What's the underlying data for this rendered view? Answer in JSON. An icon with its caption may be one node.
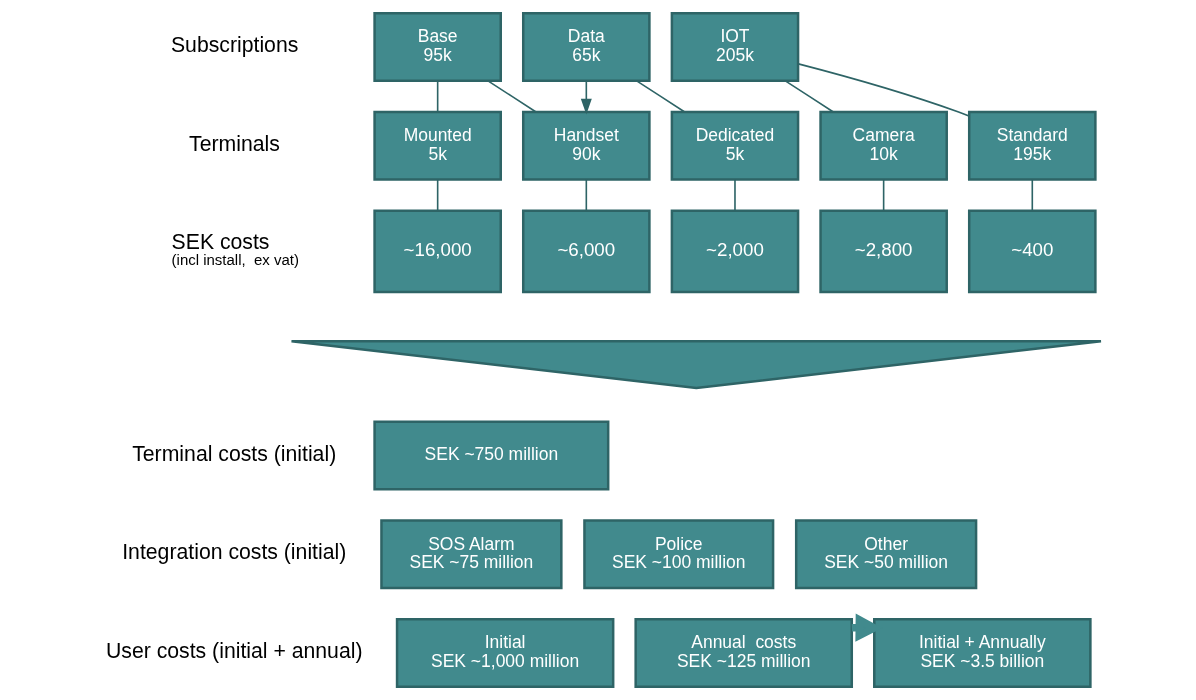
{
  "diagram": {
    "nodes": [
      {
        "text": [
          "Base",
          "95k"
        ]
      },
      {
        "text": [
          "Data",
          "65k"
        ]
      },
      {
        "text": [
          "IOT",
          "205k"
        ]
      },
      {
        "text": [
          "Mounted",
          "5k"
        ]
      },
      {
        "text": [
          "Handset",
          "90k"
        ]
      },
      {
        "text": [
          "Dedicated",
          "5k"
        ]
      },
      {
        "text": [
          "Camera",
          "10k"
        ]
      },
      {
        "text": [
          "Standard",
          "195k"
        ]
      },
      {
        "text": [
          "~16,000"
        ]
      },
      {
        "text": [
          "~6,000"
        ]
      },
      {
        "text": [
          "~2,000"
        ]
      },
      {
        "text": [
          "~2,800"
        ]
      },
      {
        "text": [
          "~400"
        ]
      },
      {
        "text": [],
        "shape": "triangle"
      },
      {
        "text": [
          "SEK ~750 million"
        ]
      },
      {
        "text": [
          "SOS Alarm",
          "SEK ~75 million"
        ]
      },
      {
        "text": [
          "Police",
          "SEK ~100 million"
        ]
      },
      {
        "text": [
          "Other",
          "SEK ~50 million"
        ]
      },
      {
        "text": [
          "Initial",
          "SEK ~1,000 million"
        ]
      },
      {
        "text": [
          "Annual  costs",
          "SEK ~125 million"
        ]
      },
      {
        "text": [
          "Initial + Annually",
          "SEK ~3.5 billion"
        ]
      }
    ],
    "edges": [
      {
        "from": 0,
        "to": 3,
        "arrow": "none"
      },
      {
        "from": 0,
        "to": 4,
        "arrow": "none"
      },
      {
        "from": 1,
        "to": 4,
        "arrow": "to"
      },
      {
        "from": 1,
        "to": 5,
        "arrow": "none"
      },
      {
        "from": 2,
        "to": 6,
        "arrow": "none"
      },
      {
        "from": 2,
        "to": 7,
        "arrow": "none"
      },
      {
        "from": 3,
        "to": 8,
        "arrow": "none"
      },
      {
        "from": 4,
        "to": 9,
        "arrow": "none"
      },
      {
        "from": 5,
        "to": 10,
        "arrow": "none"
      },
      {
        "from": 6,
        "to": 11,
        "arrow": "none"
      },
      {
        "from": 7,
        "to": 12,
        "arrow": "none"
      },
      {
        "from": 19,
        "to": 20,
        "arrow": "to",
        "style": "thick"
      }
    ],
    "labels": [
      "Subscriptions",
      "Terminals",
      "SEK costs",
      "(incl install,  ex vat)",
      "Terminal costs (initial)",
      "Integration costs (initial)",
      "User costs (initial + annual)"
    ]
  }
}
